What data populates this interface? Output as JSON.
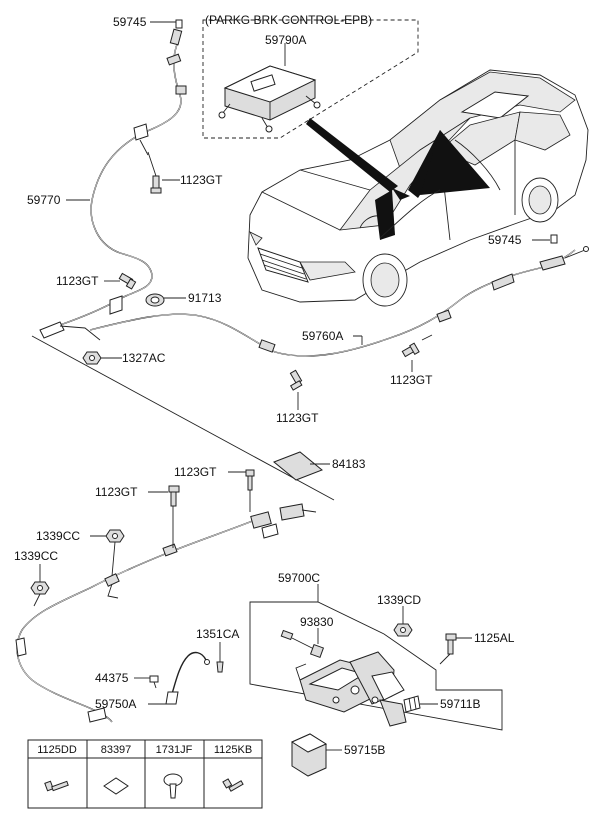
{
  "box_title": "(PARKG BRK CONTROL-EPB)",
  "labels": {
    "l59745a": "59745",
    "l59790a": "59790A",
    "l1123gt_a": "1123GT",
    "l59770": "59770",
    "l1123gt_b": "1123GT",
    "l91713": "91713",
    "l1327ac": "1327AC",
    "l59760a": "59760A",
    "l59745b": "59745",
    "l1123gt_c": "1123GT",
    "l1123gt_d": "1123GT",
    "l84183": "84183",
    "l1123gt_e": "1123GT",
    "l1123gt_f": "1123GT",
    "l1339cc_a": "1339CC",
    "l1339cc_b": "1339CC",
    "l59700c": "59700C",
    "l1339cd": "1339CD",
    "l93830": "93830",
    "l1125al": "1125AL",
    "l1351ca": "1351CA",
    "l44375": "44375",
    "l59750a": "59750A",
    "l59711b": "59711B",
    "l59715b": "59715B"
  },
  "legend": {
    "headers": [
      "1125DD",
      "83397",
      "1731JF",
      "1125KB"
    ],
    "icons": [
      "bolt-icon",
      "pad-icon",
      "clip-icon",
      "screw-icon"
    ]
  }
}
